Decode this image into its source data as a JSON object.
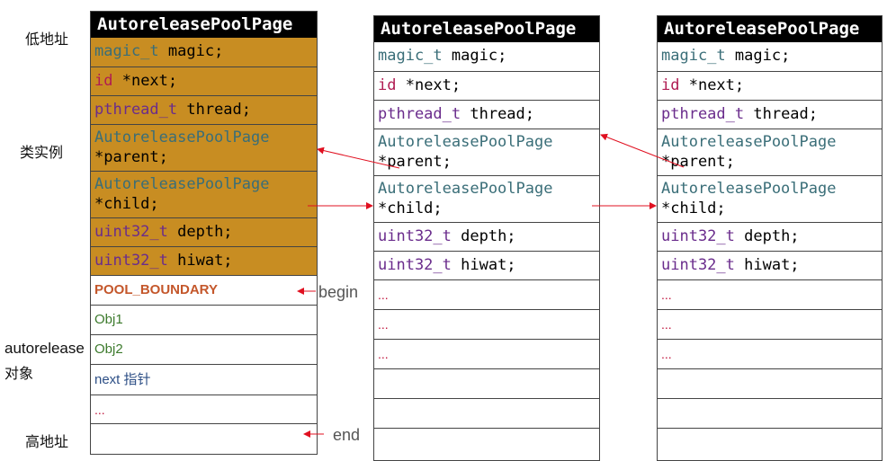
{
  "side_labels": {
    "low_address": "低地址",
    "class_instance": "类实例",
    "autorelease": "autorelease",
    "objects": "对象",
    "high_address": "高地址"
  },
  "pages": [
    {
      "title": "AutoreleasePoolPage",
      "fields": {
        "magic": {
          "type": "magic_t",
          "name": " magic;"
        },
        "next": {
          "kw": "id",
          "name": " *next;"
        },
        "thread": {
          "type": "pthread_t",
          "name": " thread;"
        },
        "parent": {
          "type": "AutoreleasePoolPage",
          "name": "*parent;"
        },
        "child": {
          "type": "AutoreleasePoolPage",
          "name": "*child;"
        },
        "depth": {
          "type": "uint32_t",
          "name": " depth;"
        },
        "hiwat": {
          "type": "uint32_t",
          "name": " hiwat;"
        }
      },
      "objects": [
        "POOL_BOUNDARY",
        "Obj1",
        "Obj2",
        "next 指针",
        "...",
        ""
      ]
    },
    {
      "title": "AutoreleasePoolPage",
      "fields": {
        "magic": {
          "type": "magic_t",
          "name": " magic;"
        },
        "next": {
          "kw": "id",
          "name": " *next;"
        },
        "thread": {
          "type": "pthread_t",
          "name": " thread;"
        },
        "parent": {
          "type": "AutoreleasePoolPage",
          "name": "*parent;"
        },
        "child": {
          "type": "AutoreleasePoolPage",
          "name": "*child;"
        },
        "depth": {
          "type": "uint32_t",
          "name": " depth;"
        },
        "hiwat": {
          "type": "uint32_t",
          "name": " hiwat;"
        }
      },
      "objects": [
        "...",
        "...",
        "...",
        "",
        "",
        ""
      ]
    },
    {
      "title": "AutoreleasePoolPage",
      "fields": {
        "magic": {
          "type": "magic_t",
          "name": " magic;"
        },
        "next": {
          "kw": "id",
          "name": " *next;"
        },
        "thread": {
          "type": "pthread_t",
          "name": " thread;"
        },
        "parent": {
          "type": "AutoreleasePoolPage",
          "name": "*parent;"
        },
        "child": {
          "type": "AutoreleasePoolPage",
          "name": "*child;"
        },
        "depth": {
          "type": "uint32_t",
          "name": " depth;"
        },
        "hiwat": {
          "type": "uint32_t",
          "name": " hiwat;"
        }
      },
      "objects": [
        "...",
        "...",
        "...",
        "",
        "",
        ""
      ]
    }
  ],
  "arrow_labels": {
    "begin": "begin",
    "end": "end"
  },
  "colors": {
    "header_bg": "#000000",
    "header_fg": "#ffffff",
    "field_bg": "#c88d22",
    "arrow": "#e01020"
  }
}
